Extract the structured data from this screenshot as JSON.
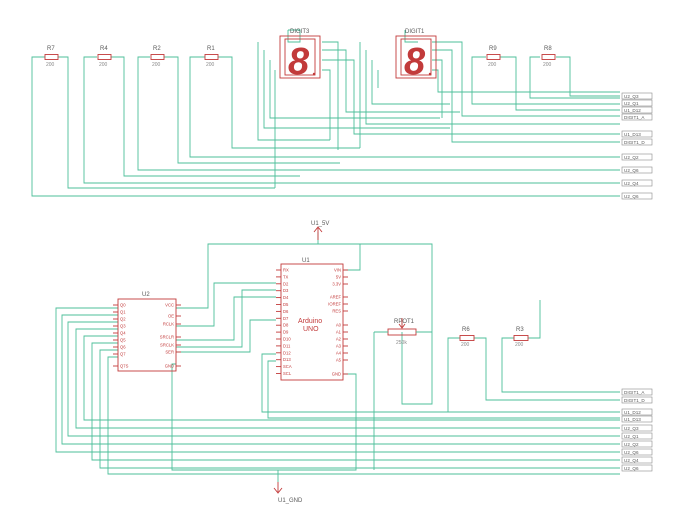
{
  "resistors_top": [
    {
      "ref": "R7",
      "value": "200"
    },
    {
      "ref": "R4",
      "value": "200"
    },
    {
      "ref": "R2",
      "value": "200"
    },
    {
      "ref": "R1",
      "value": "200"
    },
    {
      "ref": "R9",
      "value": "200"
    },
    {
      "ref": "R8",
      "value": "200"
    }
  ],
  "digits": [
    {
      "ref": "DIGIT3",
      "glyph": "8"
    },
    {
      "ref": "DIGIT1",
      "glyph": "8"
    }
  ],
  "nets_top": [
    "U2_Q3",
    "U2_Q1",
    "U1_D12",
    "DIGIT1_A",
    "U1_D13",
    "DIGIT1_D",
    "U2_Q2",
    "U2_Q6",
    "U2_Q4",
    "U2_Q6"
  ],
  "power": {
    "vcc_label": "U1_5V",
    "gnd_label": "U1_GND"
  },
  "u1": {
    "ref": "U1",
    "name1": "Arduino",
    "name2": "UNO",
    "left_pins": [
      "RX",
      "TX",
      "D2",
      "D3",
      "D4",
      "D5",
      "D6",
      "D7",
      "D8",
      "D9",
      "D10",
      "D11",
      "D12",
      "D13",
      "SCA",
      "SCL"
    ],
    "right_pins": [
      "VIN",
      "5V",
      "3.3V",
      "AREF",
      "IOREF",
      "RES",
      "A0",
      "A1",
      "A2",
      "A3",
      "A4",
      "A5",
      "GND"
    ]
  },
  "u2": {
    "ref": "U2",
    "left_pins": [
      "Q0",
      "Q1",
      "Q2",
      "Q3",
      "Q4",
      "Q5",
      "Q6",
      "Q7",
      "Q7S"
    ],
    "right_pins": [
      "VCC",
      "OE",
      "RCLK",
      "SRCLR",
      "SRCLK",
      "SER",
      "GND"
    ]
  },
  "pot": {
    "ref": "RPOT1",
    "value": "250k"
  },
  "resistors_bottom": [
    {
      "ref": "R6",
      "value": "200"
    },
    {
      "ref": "R3",
      "value": "200"
    }
  ],
  "nets_bottom": [
    "DIGIT1_A",
    "DIGIT1_D",
    "U1_D12",
    "U1_D13",
    "U2_Q3",
    "U2_Q1",
    "U2_Q2",
    "U2_Q6",
    "U2_Q4",
    "U2_Q6"
  ]
}
